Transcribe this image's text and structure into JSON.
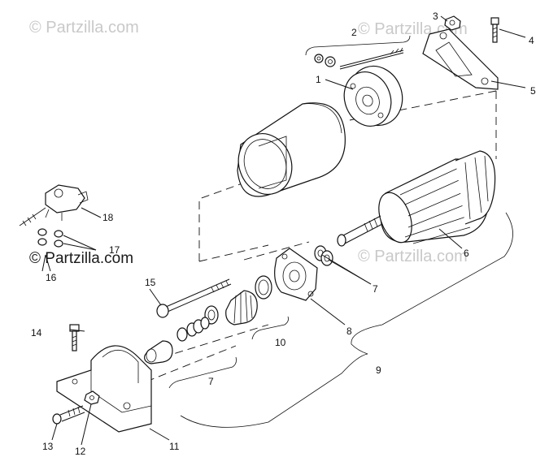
{
  "watermarks": {
    "top_left": "© Partzilla.com",
    "top_right": "© Partzilla.com",
    "middle_left": "© Partzilla.com",
    "middle_right": "© Partzilla.com"
  },
  "callouts": [
    "1",
    "2",
    "3",
    "4",
    "5",
    "6",
    "7",
    "7",
    "8",
    "9",
    "10",
    "11",
    "12",
    "13",
    "14",
    "15",
    "16",
    "17",
    "18"
  ]
}
